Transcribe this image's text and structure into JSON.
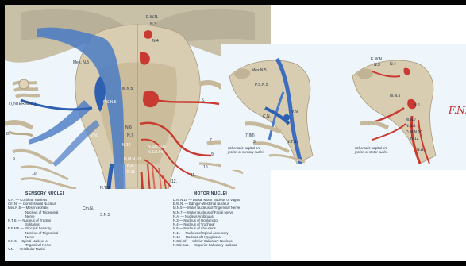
{
  "main_labels": {
    "ewn": "E.W.N.",
    "n3": "N.3",
    "n4": "N.4",
    "mes_n5": "Mes. N.5",
    "mn5": "M.N.5",
    "psn5": "P.S.N.5",
    "n5": "5.",
    "nerve7_inter": "7 (INTERMED.)",
    "n8": "8.",
    "cn": "C.N.",
    "n9": "9.",
    "n10": "10.",
    "n6": "N.6",
    "n7": "N.7",
    "n12": "N.12",
    "nsalsup": "N.Sal.Sup.",
    "nsalinf": "N.Sal.Inf.",
    "dmn10": "D.M.N.10",
    "na": "N.A.",
    "n11": "N.11",
    "vn": "V.N.",
    "nts": "N.T.S.",
    "cmn": "Cm.N.",
    "sn5": "S.N.5",
    "r7": "7.",
    "r9": "9.",
    "r10": "10.",
    "r11": "11.",
    "r12": "12."
  },
  "sensory": {
    "title": "SENSORY NUCLEI",
    "items": [
      "C.N. — Cochlear Nucleus",
      "Cm.N. — Commissural Nucleus",
      "Mes.N.5 — Mesencephalic",
      "Nucleus of Trigeminal",
      "Nerve",
      "N.T.S. — Nucleus of Tractus",
      "Solitarius",
      "P.S.N.5 — Principal Sensory",
      "Nucleus of Trigeminal",
      "Nerve",
      "S.N.5 — Spinal Nucleus of",
      "Trigeminal Nerve",
      "V.N. — Vestibular Nuclei"
    ]
  },
  "motor": {
    "title": "MOTOR NUCLEI",
    "items": [
      "D.M.N.10 — Dorsal Motor Nucleus of Vagus",
      "E.W.N. — Edinger-Westphal Nucleus",
      "M.N.5 — Motor Nucleus of Trigeminal Nerve",
      "M.N.7 — Motor Nucleus of Facial Nerve",
      "N.A. — Nucleus Ambiguus",
      "N.3 — Nucleus of Oculomotor",
      "N.4 — Nucleus of Trochlear",
      "N.6 — Nucleus of Abducens",
      "N.11 — Nucleus of Spinal Accessory",
      "N.12 — Nucleus of Hypoglossal",
      "N.Sal.Inf. — Inferior Salivatory Nucleus",
      "N.Sal.Sup. — Superior Salivatory Nucleus"
    ]
  },
  "side_left": {
    "mes": "Mes.N.5",
    "psn5": "P.S.N.5",
    "cn": "C.N.",
    "vn": "V.N.",
    "n7": "7(IM)",
    "n9": "9",
    "nts": "N.T.S.",
    "caption": [
      "Schematic sagittal pro-",
      "jection of sensory nuclei."
    ]
  },
  "side_right": {
    "ewn": "E.W.N.",
    "n3": "N.3",
    "n4": "N.4",
    "mn5": "M.N.5",
    "n6": "N.6",
    "nsal": "N.Sal.",
    "mn7": "M.N.7",
    "dmn": "D.M.N.10",
    "n12": "N.12",
    "na": "N.A.",
    "caption": [
      "Schematic sagittal pro-",
      "jection of motor nuclei."
    ]
  },
  "signature": "F.N."
}
